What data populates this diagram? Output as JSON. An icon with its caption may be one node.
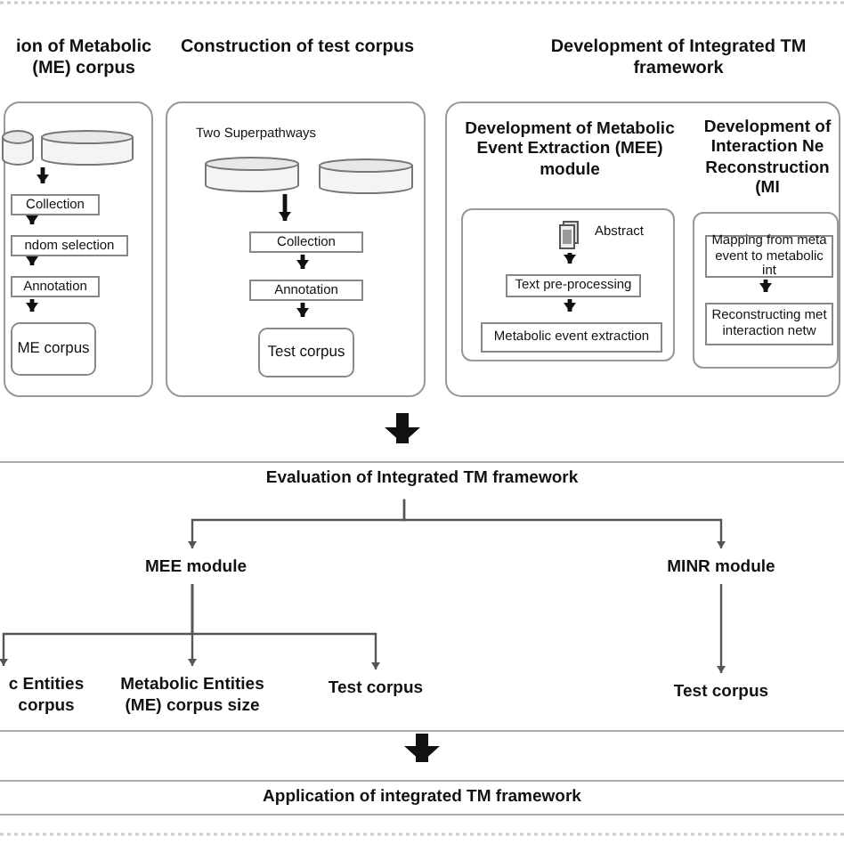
{
  "diagram": {
    "nodes": [
      {
        "text": [
          "ion of Metabolic (ME) corpus"
        ]
      },
      {
        "text": [],
        "shape": "cylinder",
        "in": 0
      },
      {
        "text": [],
        "shape": "cylinder",
        "in": 0
      },
      {
        "text": [
          "Collection"
        ],
        "in": 0
      },
      {
        "text": [
          "ndom selection"
        ],
        "in": 0
      },
      {
        "text": [
          "Annotation"
        ],
        "in": 0
      },
      {
        "text": [
          "ME corpus"
        ],
        "in": 0
      },
      {
        "text": [
          "Construction of test corpus",
          "Two Superpathways"
        ]
      },
      {
        "text": [],
        "shape": "cylinder",
        "in": 7
      },
      {
        "text": [],
        "shape": "cylinder",
        "in": 7
      },
      {
        "text": [
          "Collection"
        ],
        "in": 7
      },
      {
        "text": [
          "Annotation"
        ],
        "in": 7
      },
      {
        "text": [
          "Test corpus"
        ],
        "in": 7
      },
      {
        "text": [
          "Development of Integrated TM framework"
        ]
      },
      {
        "text": [
          "Development of Metabolic Event Extraction (MEE) module"
        ],
        "in": 13
      },
      {
        "text": [
          "Abstract"
        ],
        "in": 14
      },
      {
        "text": [
          "Text pre-processing"
        ],
        "in": 14
      },
      {
        "text": [
          "Metabolic event extraction"
        ],
        "in": 14
      },
      {
        "text": [
          "Development of Interaction Ne Reconstruction (MI"
        ],
        "in": 13
      },
      {
        "text": [
          "Mapping from meta event to metabolic int"
        ],
        "in": 18
      },
      {
        "text": [
          "Reconstructing met interaction netw"
        ],
        "in": 18
      },
      {
        "text": [
          "Evaluation of Integrated TM framework"
        ]
      },
      {
        "text": [
          "MEE module"
        ],
        "in": 21
      },
      {
        "text": [
          "MINR module"
        ],
        "in": 21
      },
      {
        "text": [
          "c Entities corpus"
        ],
        "in": 21
      },
      {
        "text": [
          "Metabolic Entities (ME) corpus size"
        ],
        "in": 21
      },
      {
        "text": [
          "Test corpus"
        ],
        "in": 21
      },
      {
        "text": [
          "Test corpus"
        ],
        "in": 21
      },
      {
        "text": [
          "Application of integrated TM framework"
        ]
      }
    ],
    "edges": [
      {
        "from": 2,
        "to": 3,
        "arrow": "to"
      },
      {
        "from": 3,
        "to": 4,
        "arrow": "to"
      },
      {
        "from": 4,
        "to": 5,
        "arrow": "to"
      },
      {
        "from": 5,
        "to": 6,
        "arrow": "to"
      },
      {
        "from": 8,
        "to": 10,
        "arrow": "to"
      },
      {
        "from": 10,
        "to": 11,
        "arrow": "to"
      },
      {
        "from": 11,
        "to": 12,
        "arrow": "to"
      },
      {
        "from": 15,
        "to": 16,
        "arrow": "to"
      },
      {
        "from": 16,
        "to": 17,
        "arrow": "to"
      },
      {
        "from": 19,
        "to": 20,
        "arrow": "to"
      },
      {
        "from": 7,
        "to": 21,
        "arrow": "to",
        "style": "thick"
      },
      {
        "from": 21,
        "to": 28,
        "arrow": "to",
        "style": "thick"
      },
      {
        "from": 21,
        "to": 22,
        "arrow": "to",
        "color": "#555555"
      },
      {
        "from": 21,
        "to": 23,
        "arrow": "to",
        "color": "#555555"
      },
      {
        "from": 22,
        "to": 24,
        "arrow": "to",
        "color": "#555555"
      },
      {
        "from": 22,
        "to": 25,
        "arrow": "to",
        "color": "#555555"
      },
      {
        "from": 22,
        "to": 26,
        "arrow": "to",
        "color": "#555555"
      },
      {
        "from": 23,
        "to": 27,
        "arrow": "to",
        "color": "#555555"
      }
    ]
  }
}
